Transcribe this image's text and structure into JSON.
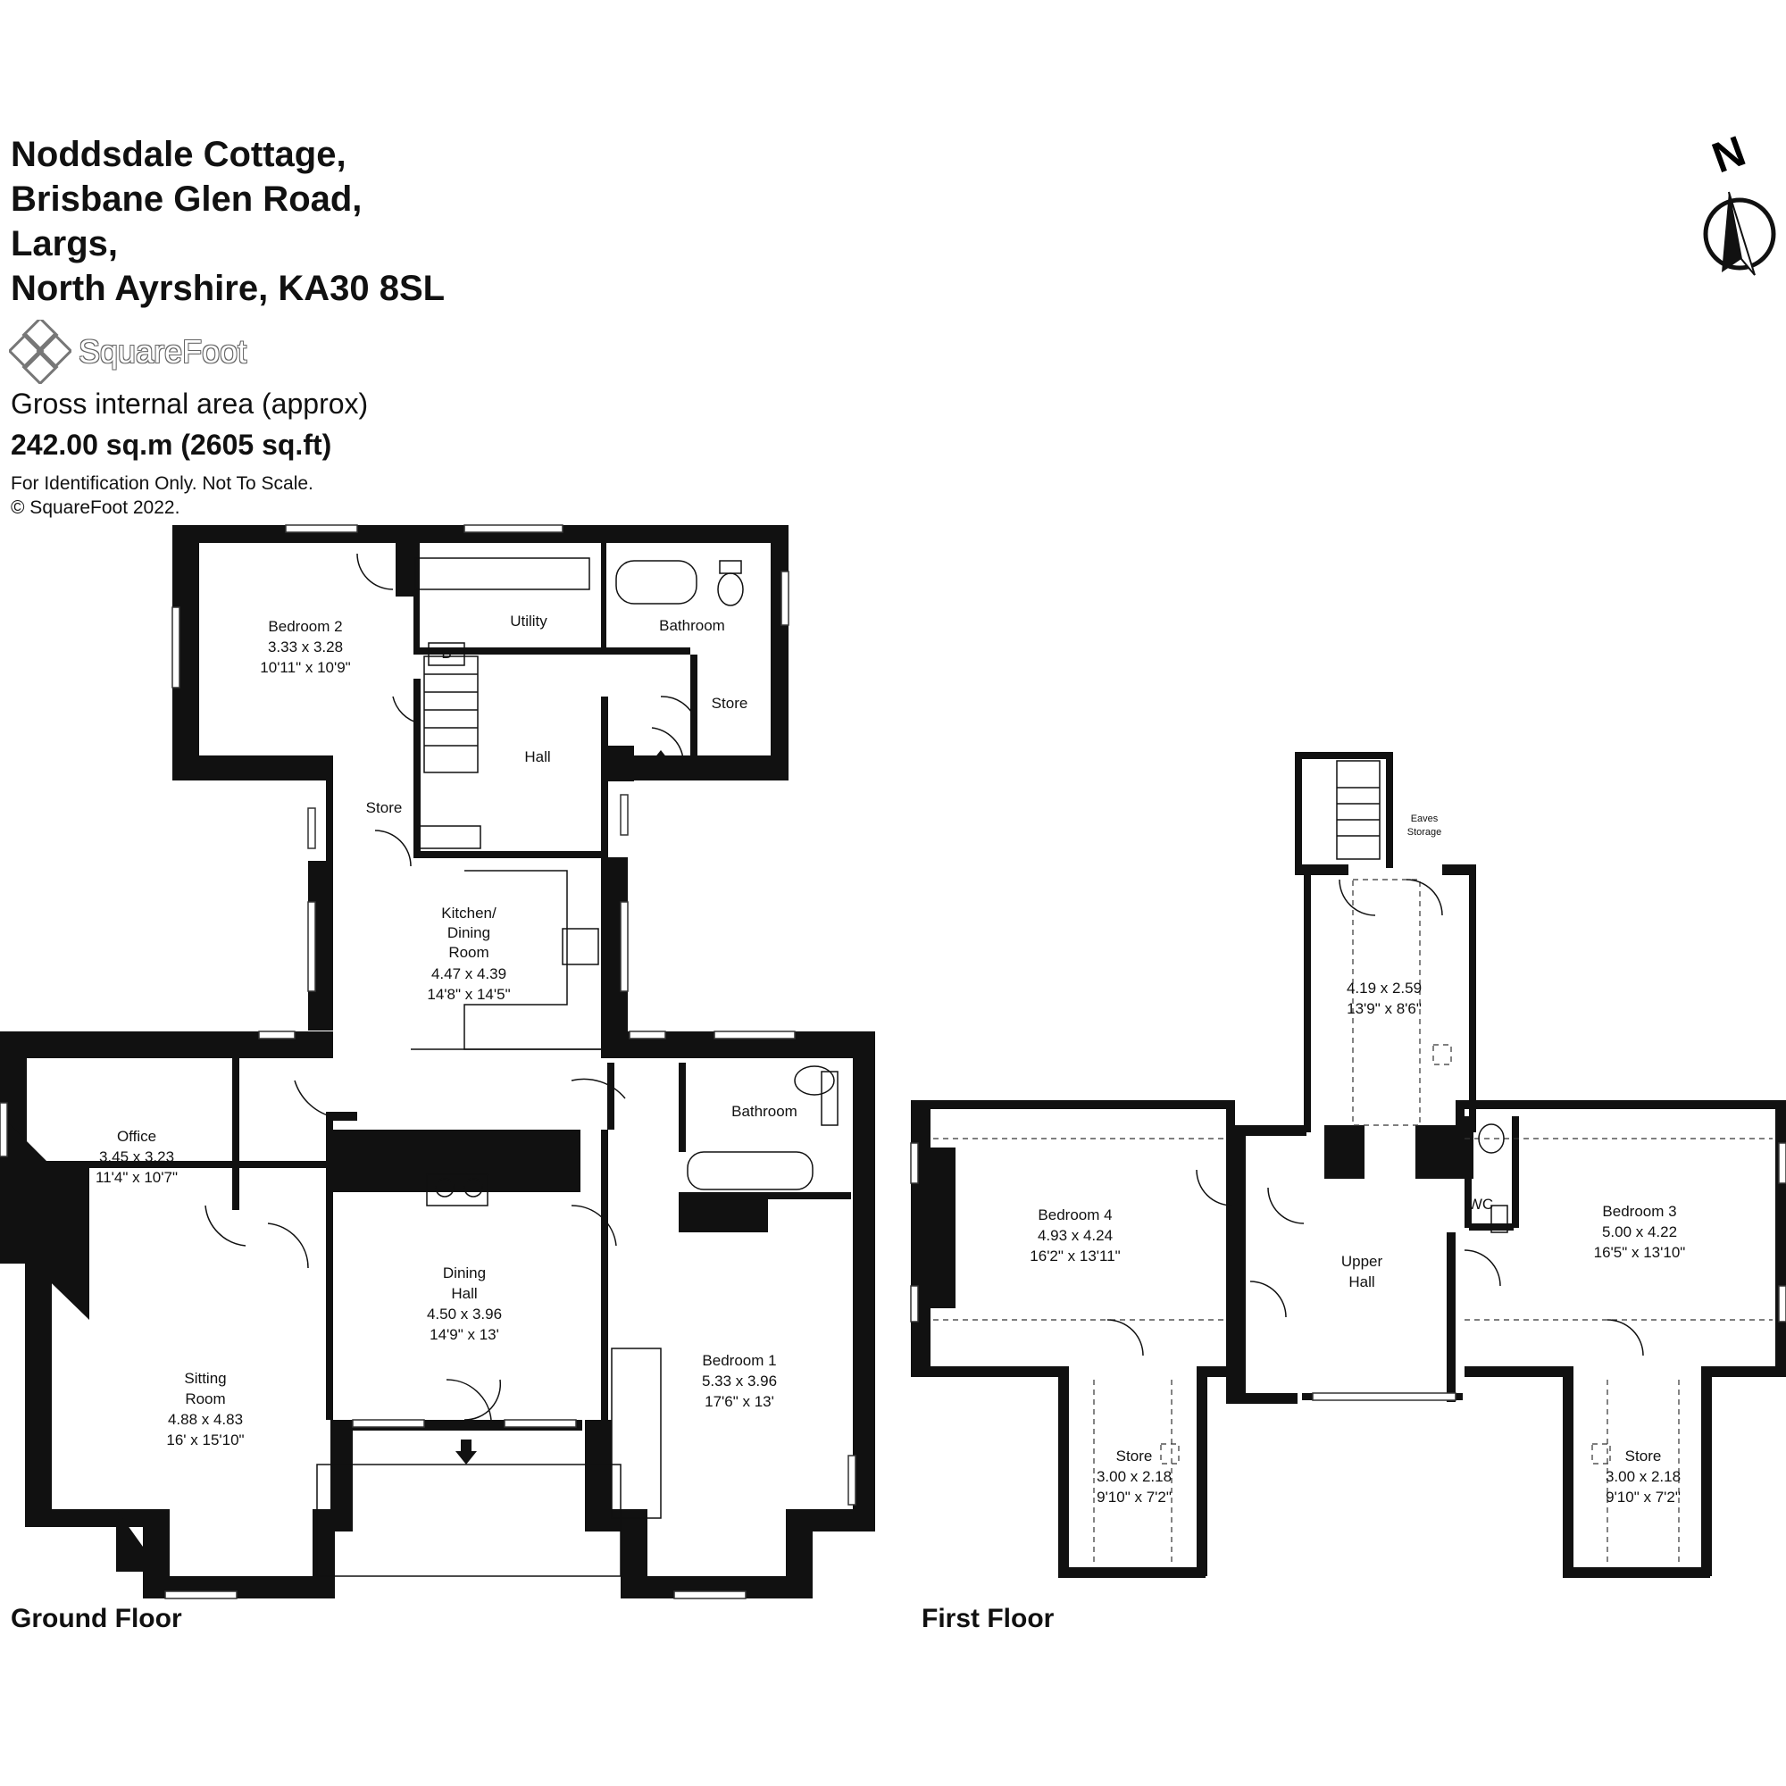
{
  "header": {
    "address_lines": [
      "Noddsdale Cottage,",
      "Brisbane Glen Road,",
      "Largs,",
      "North Ayrshire, KA30 8SL"
    ],
    "brand": "SquareFoot",
    "area_label": "Gross internal area (approx)",
    "area_value": "242.00 sq.m (2605 sq.ft)",
    "disclaimer": [
      "For Identification Only. Not To Scale.",
      "© SquareFoot 2022."
    ]
  },
  "compass": {
    "label": "N"
  },
  "ground_floor": {
    "label": "Ground Floor",
    "rooms": {
      "bedroom2": {
        "name": "Bedroom 2",
        "metric": "3.33 x 3.28",
        "imperial": "10'11\" x 10'9\""
      },
      "utility": {
        "name": "Utility"
      },
      "boiler": {
        "name": "B"
      },
      "bathroom_top": {
        "name": "Bathroom"
      },
      "store_right": {
        "name": "Store"
      },
      "hall": {
        "name": "Hall"
      },
      "store_left": {
        "name": "Store"
      },
      "kitchen": {
        "name_lines": [
          "Kitchen/",
          "Dining",
          "Room"
        ],
        "metric": "4.47 x 4.39",
        "imperial": "14'8\" x 14'5\""
      },
      "office": {
        "name": "Office",
        "metric": "3.45 x 3.23",
        "imperial": "11'4\" x 10'7\""
      },
      "bathroom_mid": {
        "name": "Bathroom"
      },
      "dining_hall": {
        "name_lines": [
          "Dining",
          "Hall"
        ],
        "metric": "4.50 x 3.96",
        "imperial": "14'9\" x 13'"
      },
      "sitting_room": {
        "name_lines": [
          "Sitting",
          "Room"
        ],
        "metric": "4.88 x 4.83",
        "imperial": "16' x 15'10\""
      },
      "bedroom1": {
        "name": "Bedroom 1",
        "metric": "5.33 x 3.96",
        "imperial": "17'6\" x 13'"
      }
    }
  },
  "first_floor": {
    "label": "First Floor",
    "rooms": {
      "eaves": {
        "name_lines": [
          "Eaves",
          "Storage"
        ]
      },
      "landing": {
        "metric": "4.19 x 2.59",
        "imperial": "13'9\" x 8'6\""
      },
      "bedroom4": {
        "name": "Bedroom 4",
        "metric": "4.93 x 4.24",
        "imperial": "16'2\" x 13'11\""
      },
      "upper_hall": {
        "name_lines": [
          "Upper",
          "Hall"
        ]
      },
      "wc": {
        "name": "WC"
      },
      "bedroom3": {
        "name": "Bedroom 3",
        "metric": "5.00 x 4.22",
        "imperial": "16'5\" x 13'10\""
      },
      "store_left": {
        "name": "Store",
        "metric": "3.00 x 2.18",
        "imperial": "9'10\" x 7'2\""
      },
      "store_right": {
        "name": "Store",
        "metric": "3.00 x 2.18",
        "imperial": "9'10\" x 7'2\""
      }
    }
  }
}
